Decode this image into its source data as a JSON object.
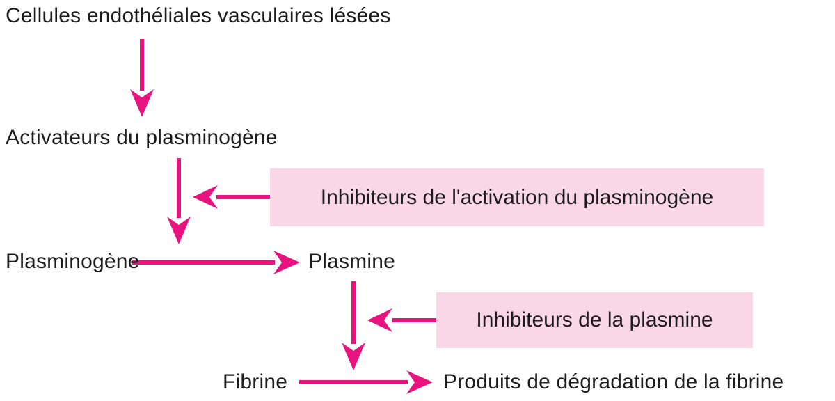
{
  "colors": {
    "background": "#ffffff",
    "arrow": "#e7137e",
    "box_bg": "#f9d7e6",
    "text": "#1c1c1c"
  },
  "nodes": {
    "damaged_cells": "Cellules endothéliales vasculaires lésées",
    "activators": "Activateurs du plasminogène",
    "plasminogen": "Plasminogène",
    "plasmin": "Plasmine",
    "fibrin": "Fibrine",
    "degradation_products": "Produits de dégradation de la fibrine"
  },
  "inhibitors": {
    "activation": "Inhibiteurs de l'activation du plasminogène",
    "plasmin": "Inhibiteurs de la plasmine"
  }
}
